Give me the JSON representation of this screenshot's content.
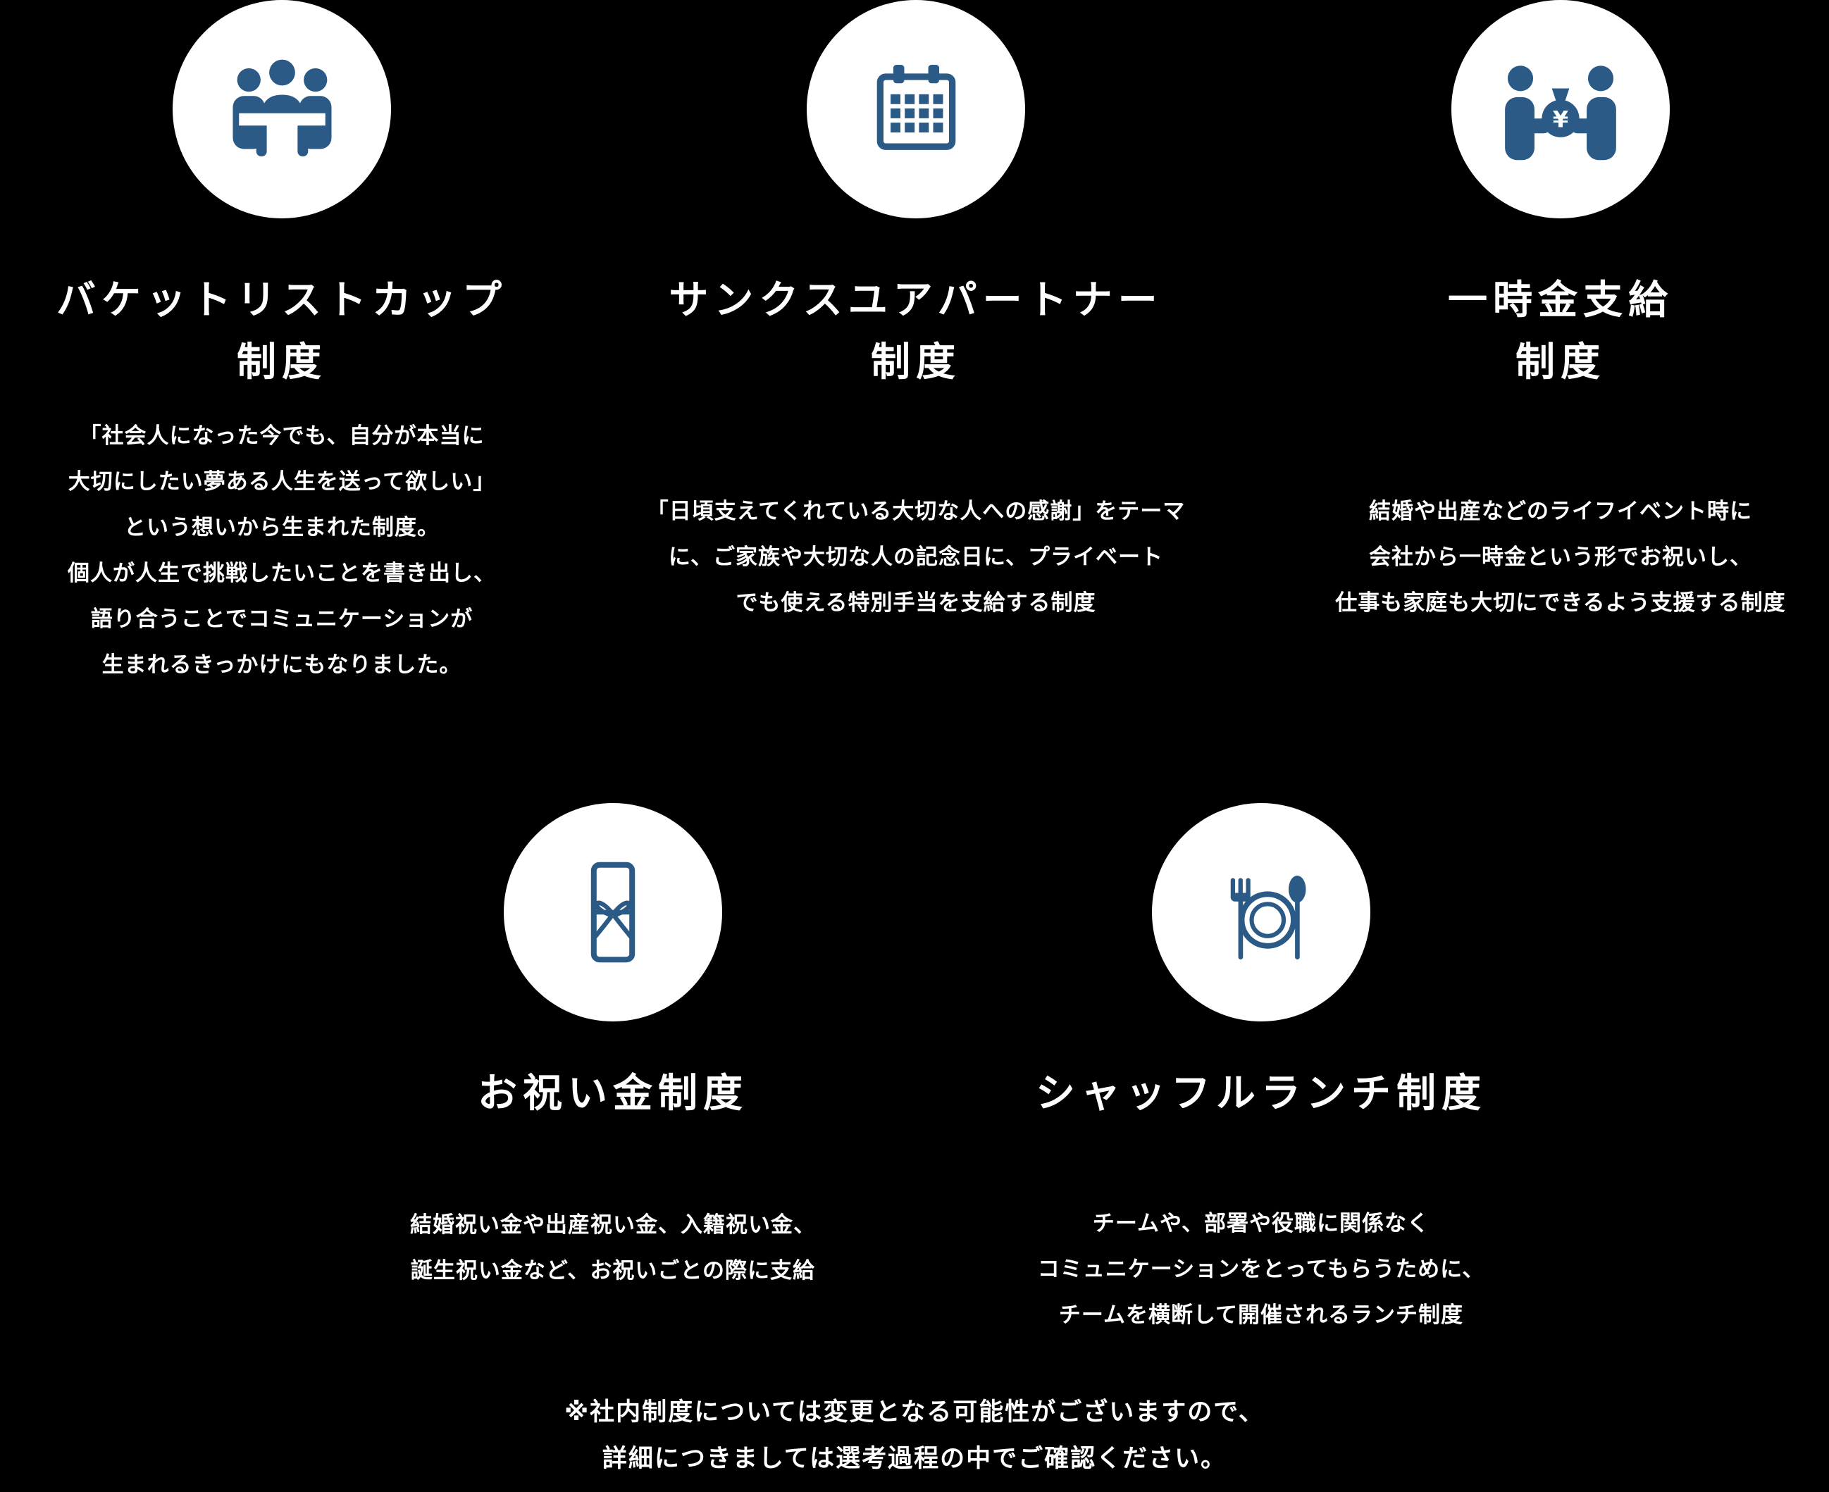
{
  "colors": {
    "accent": "#2a5a85",
    "background": "#000000",
    "circle": "#ffffff",
    "text": "#ffffff"
  },
  "benefits": [
    {
      "icon": "meeting-icon",
      "title_lines": [
        "バケットリストカップ",
        "制度"
      ],
      "body": [
        "「社会人になった今でも、自分が本当に",
        "大切にしたい夢ある人生を送って欲しい」",
        "という想いから生まれた制度。",
        "個人が人生で挑戦したいことを書き出し、",
        "語り合うことでコミュニケーションが",
        "生まれるきっかけにもなりました。"
      ]
    },
    {
      "icon": "calendar-icon",
      "title_lines": [
        "サンクスユアパートナー",
        "制度"
      ],
      "body": [
        "「日頃支えてくれている大切な人への感謝」をテーマ",
        "に、ご家族や大切な人の記念日に、プライベート",
        "でも使える特別手当を支給する制度"
      ]
    },
    {
      "icon": "money-exchange-icon",
      "title_lines": [
        "一時金支給",
        "制度"
      ],
      "body": [
        "結婚や出産などのライフイベント時に",
        "会社から一時金という形でお祝いし、",
        "仕事も家庭も大切にできるよう支援する制度"
      ]
    },
    {
      "icon": "gift-envelope-icon",
      "title_lines": [
        "お祝い金制度"
      ],
      "body": [
        "結婚祝い金や出産祝い金、入籍祝い金、",
        "誕生祝い金など、お祝いごとの際に支給"
      ]
    },
    {
      "icon": "lunch-icon",
      "title_lines": [
        "シャッフルランチ制度"
      ],
      "body": [
        "チームや、部署や役職に関係なく",
        "コミュニケーションをとってもらうために、",
        "チームを横断して開催されるランチ制度"
      ]
    }
  ],
  "footer": {
    "lines": [
      "※社内制度については変更となる可能性がございますので、",
      "詳細につきましては選考過程の中でご確認ください。"
    ]
  }
}
